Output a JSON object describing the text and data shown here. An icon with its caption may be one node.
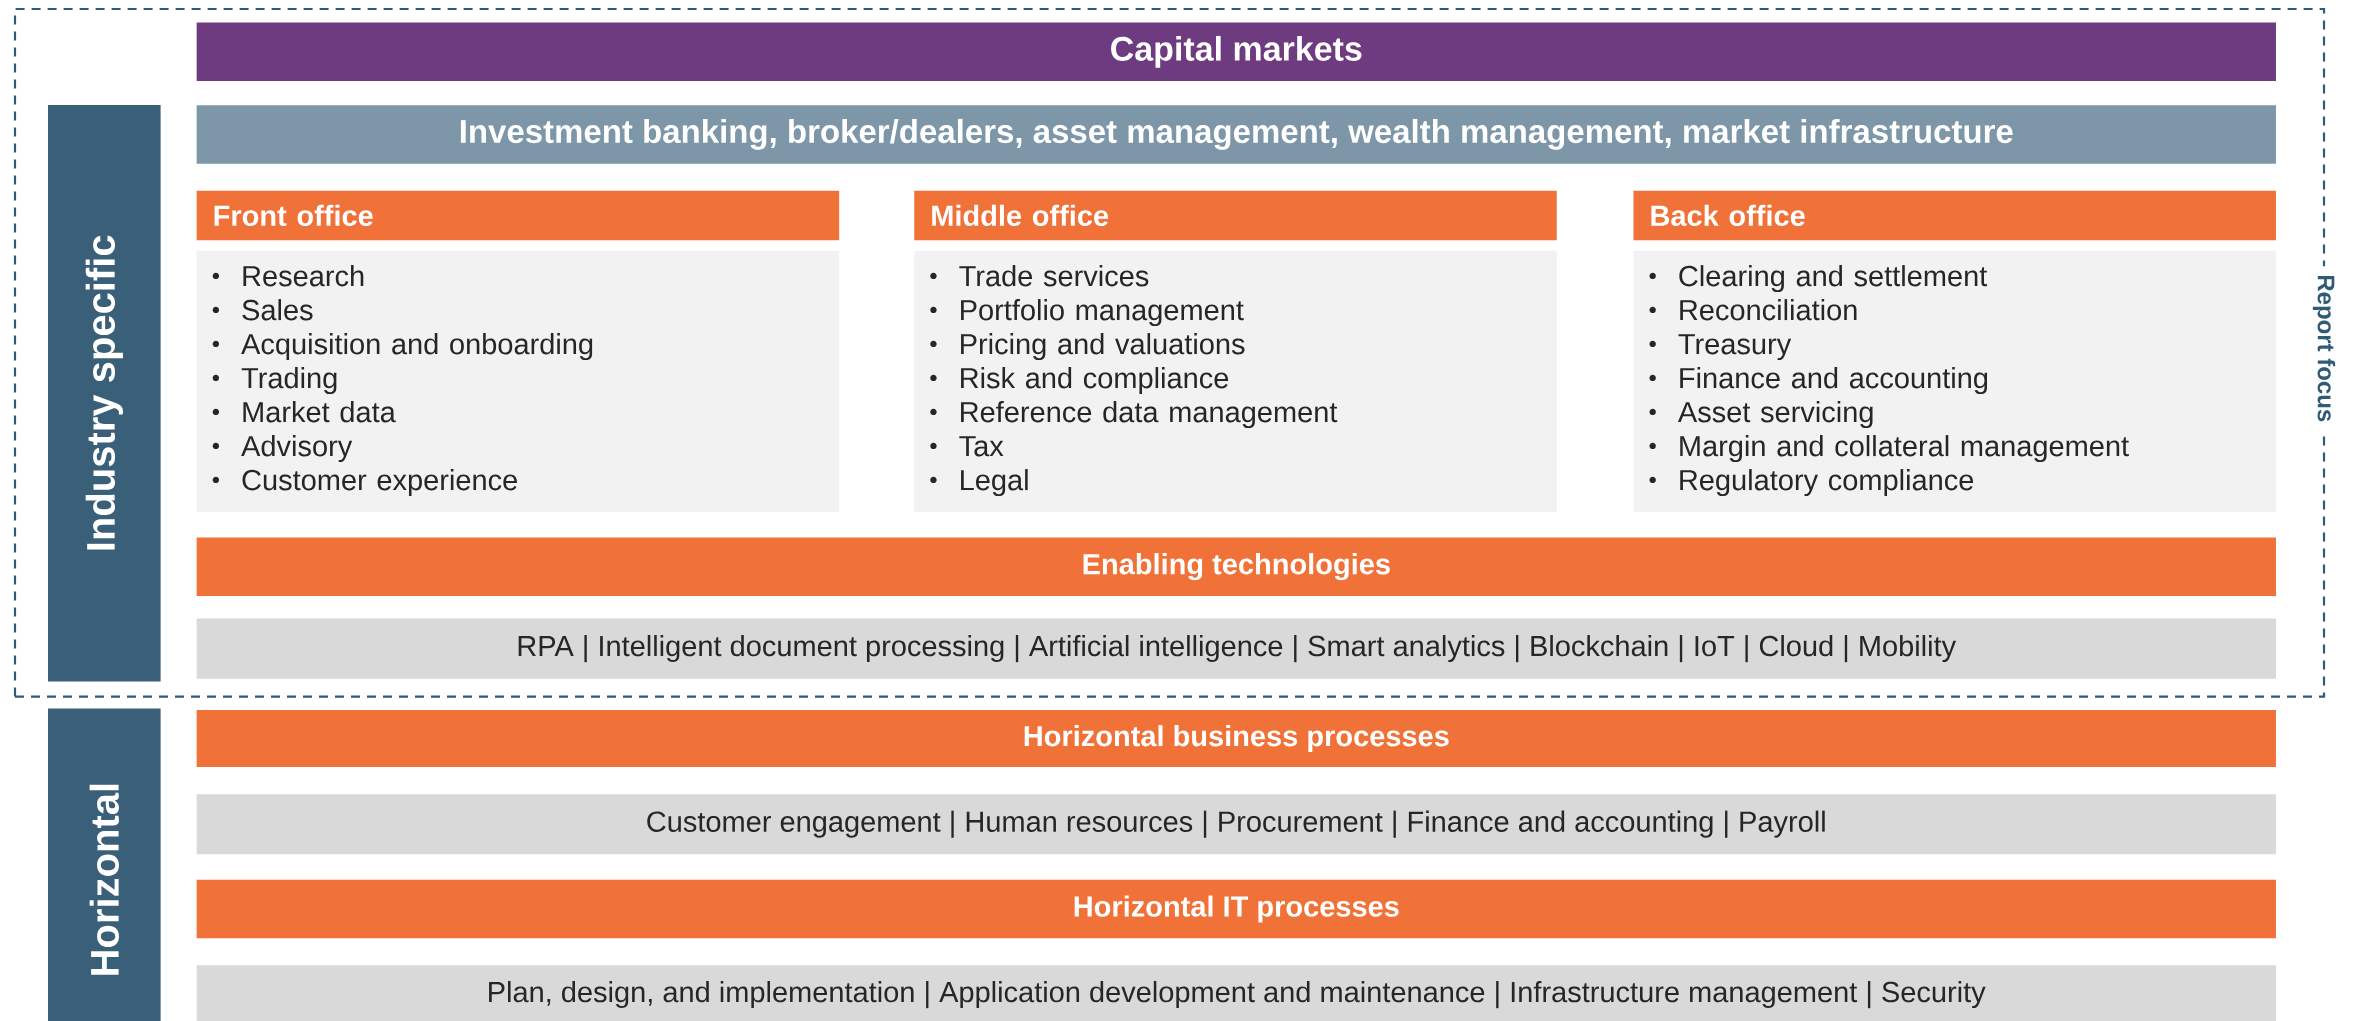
{
  "diagram": {
    "nodes": [
      {
        "text": [
          "Report focus"
        ]
      },
      {
        "text": [
          "Capital markets"
        ],
        "in": 0
      },
      {
        "text": [
          "Industry specific"
        ],
        "in": 0
      },
      {
        "text": [
          "Investment banking, broker/dealers, asset management, wealth management, market infrastructure"
        ],
        "in": 0
      },
      {
        "text": [
          "Front office"
        ],
        "in": 0
      },
      {
        "text": [
          "Research",
          "Sales",
          "Acquisition and onboarding",
          "Trading",
          "Market data",
          "Advisory",
          "Customer experience"
        ],
        "in": 0
      },
      {
        "text": [
          "Middle office"
        ],
        "in": 0
      },
      {
        "text": [
          "Trade services",
          "Portfolio management",
          "Pricing and valuations",
          "Risk and compliance",
          "Reference data management",
          "Tax",
          "Legal"
        ],
        "in": 0
      },
      {
        "text": [
          "Back office"
        ],
        "in": 0
      },
      {
        "text": [
          "Clearing and settlement",
          "Reconciliation",
          "Treasury",
          "Finance and accounting",
          "Asset servicing",
          "Margin and collateral management",
          "Regulatory compliance"
        ],
        "in": 0
      },
      {
        "text": [
          "Enabling technologies"
        ],
        "in": 0
      },
      {
        "text": [
          "RPA | Intelligent document processing | Artificial intelligence | Smart analytics | Blockchain | IoT | Cloud | Mobility"
        ],
        "in": 0
      },
      {
        "text": [
          "Horizontal"
        ]
      },
      {
        "text": [
          "Horizontal business processes"
        ]
      },
      {
        "text": [
          "Customer engagement | Human resources | Procurement | Finance and accounting | Payroll"
        ]
      },
      {
        "text": [
          "Horizontal IT processes"
        ]
      },
      {
        "text": [
          "Plan, design, and implementation | Application development and maintenance | Infrastructure management | Security"
        ]
      }
    ]
  }
}
